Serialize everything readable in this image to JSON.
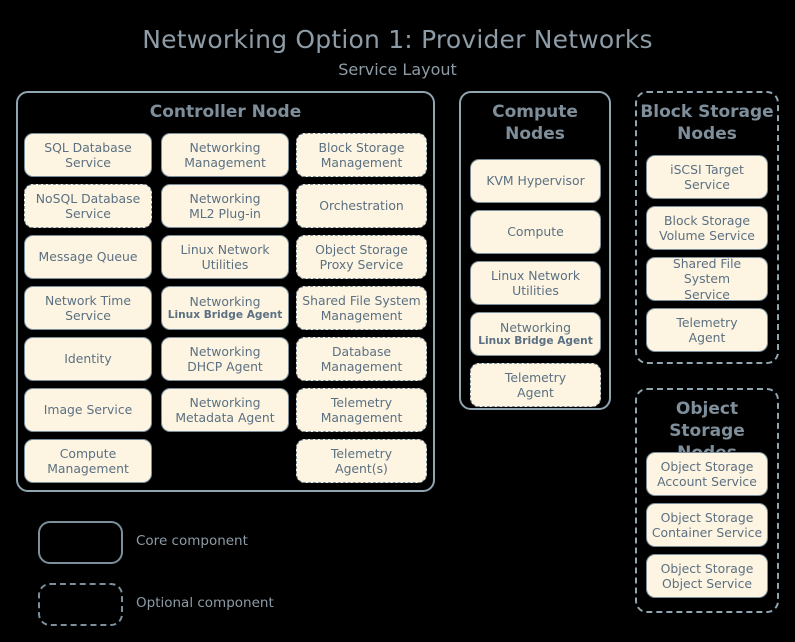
{
  "header": {
    "title": "Networking Option 1: Provider Networks",
    "subtitle": "Service Layout"
  },
  "nodes": {
    "controller": {
      "title": "Controller Node",
      "style": "core",
      "columns": [
        [
          {
            "l1": "SQL Database",
            "l2": "Service",
            "style": "core"
          },
          {
            "l1": "NoSQL Database",
            "l2": "Service",
            "style": "optional"
          },
          {
            "l1": "Message Queue",
            "l2": "",
            "style": "core"
          },
          {
            "l1": "Network Time",
            "l2": "Service",
            "style": "core"
          },
          {
            "l1": "Identity",
            "l2": "",
            "style": "core"
          },
          {
            "l1": "Image Service",
            "l2": "",
            "style": "core"
          },
          {
            "l1": "Compute",
            "l2": "Management",
            "style": "core"
          }
        ],
        [
          {
            "l1": "Networking",
            "l2": "Management",
            "style": "core"
          },
          {
            "l1": "Networking",
            "l2": "ML2 Plug-in",
            "style": "core"
          },
          {
            "l1": "Linux Network",
            "l2": "Utilities",
            "style": "core"
          },
          {
            "l1": "Networking",
            "l2": "Linux Bridge Agent",
            "style": "core",
            "small2": true
          },
          {
            "l1": "Networking",
            "l2": "DHCP Agent",
            "style": "core"
          },
          {
            "l1": "Networking",
            "l2": "Metadata Agent",
            "style": "core"
          },
          {
            "l1": "",
            "l2": "",
            "style": "empty"
          }
        ],
        [
          {
            "l1": "Block Storage",
            "l2": "Management",
            "style": "optional"
          },
          {
            "l1": "Orchestration",
            "l2": "",
            "style": "optional"
          },
          {
            "l1": "Object Storage",
            "l2": "Proxy Service",
            "style": "optional"
          },
          {
            "l1": "Shared File System",
            "l2": "Management",
            "style": "optional"
          },
          {
            "l1": "Database",
            "l2": "Management",
            "style": "optional"
          },
          {
            "l1": "Telemetry",
            "l2": "Management",
            "style": "optional"
          },
          {
            "l1": "Telemetry",
            "l2": "Agent(s)",
            "style": "optional"
          }
        ]
      ]
    },
    "compute": {
      "title": "Compute\nNodes",
      "title_line1": "Compute",
      "title_line2": "Nodes",
      "style": "core",
      "items": [
        {
          "l1": "KVM Hypervisor",
          "l2": "",
          "style": "core"
        },
        {
          "l1": "Compute",
          "l2": "",
          "style": "core"
        },
        {
          "l1": "Linux Network",
          "l2": "Utilities",
          "style": "core"
        },
        {
          "l1": "Networking",
          "l2": "Linux Bridge Agent",
          "style": "core",
          "small2": true
        },
        {
          "l1": "Telemetry",
          "l2": "Agent",
          "style": "optional"
        }
      ]
    },
    "block_storage": {
      "title_line1": "Block Storage",
      "title_line2": "Nodes",
      "style": "optional",
      "items": [
        {
          "l1": "iSCSI Target",
          "l2": "Service",
          "style": "core"
        },
        {
          "l1": "Block Storage",
          "l2": "Volume Service",
          "style": "core"
        },
        {
          "l1": "Shared File System",
          "l2": "Service",
          "style": "core"
        },
        {
          "l1": "Telemetry",
          "l2": "Agent",
          "style": "core"
        }
      ]
    },
    "object_storage": {
      "title_line1": "Object",
      "title_line2": "Storage Nodes",
      "style": "optional",
      "items": [
        {
          "l1": "Object Storage",
          "l2": "Account Service",
          "style": "core"
        },
        {
          "l1": "Object Storage",
          "l2": "Container Service",
          "style": "core"
        },
        {
          "l1": "Object Storage",
          "l2": "Object Service",
          "style": "core"
        }
      ]
    }
  },
  "legend": [
    {
      "label": "Core component",
      "style": "core"
    },
    {
      "label": "Optional component",
      "style": "optional"
    }
  ],
  "colors": {
    "background": "#000000",
    "box_fill": "#fdf5e2",
    "box_border": "#7b8f9c",
    "container_border": "#8fa5b0",
    "text": "#5b7082",
    "title_text": "#8d9ca6"
  }
}
